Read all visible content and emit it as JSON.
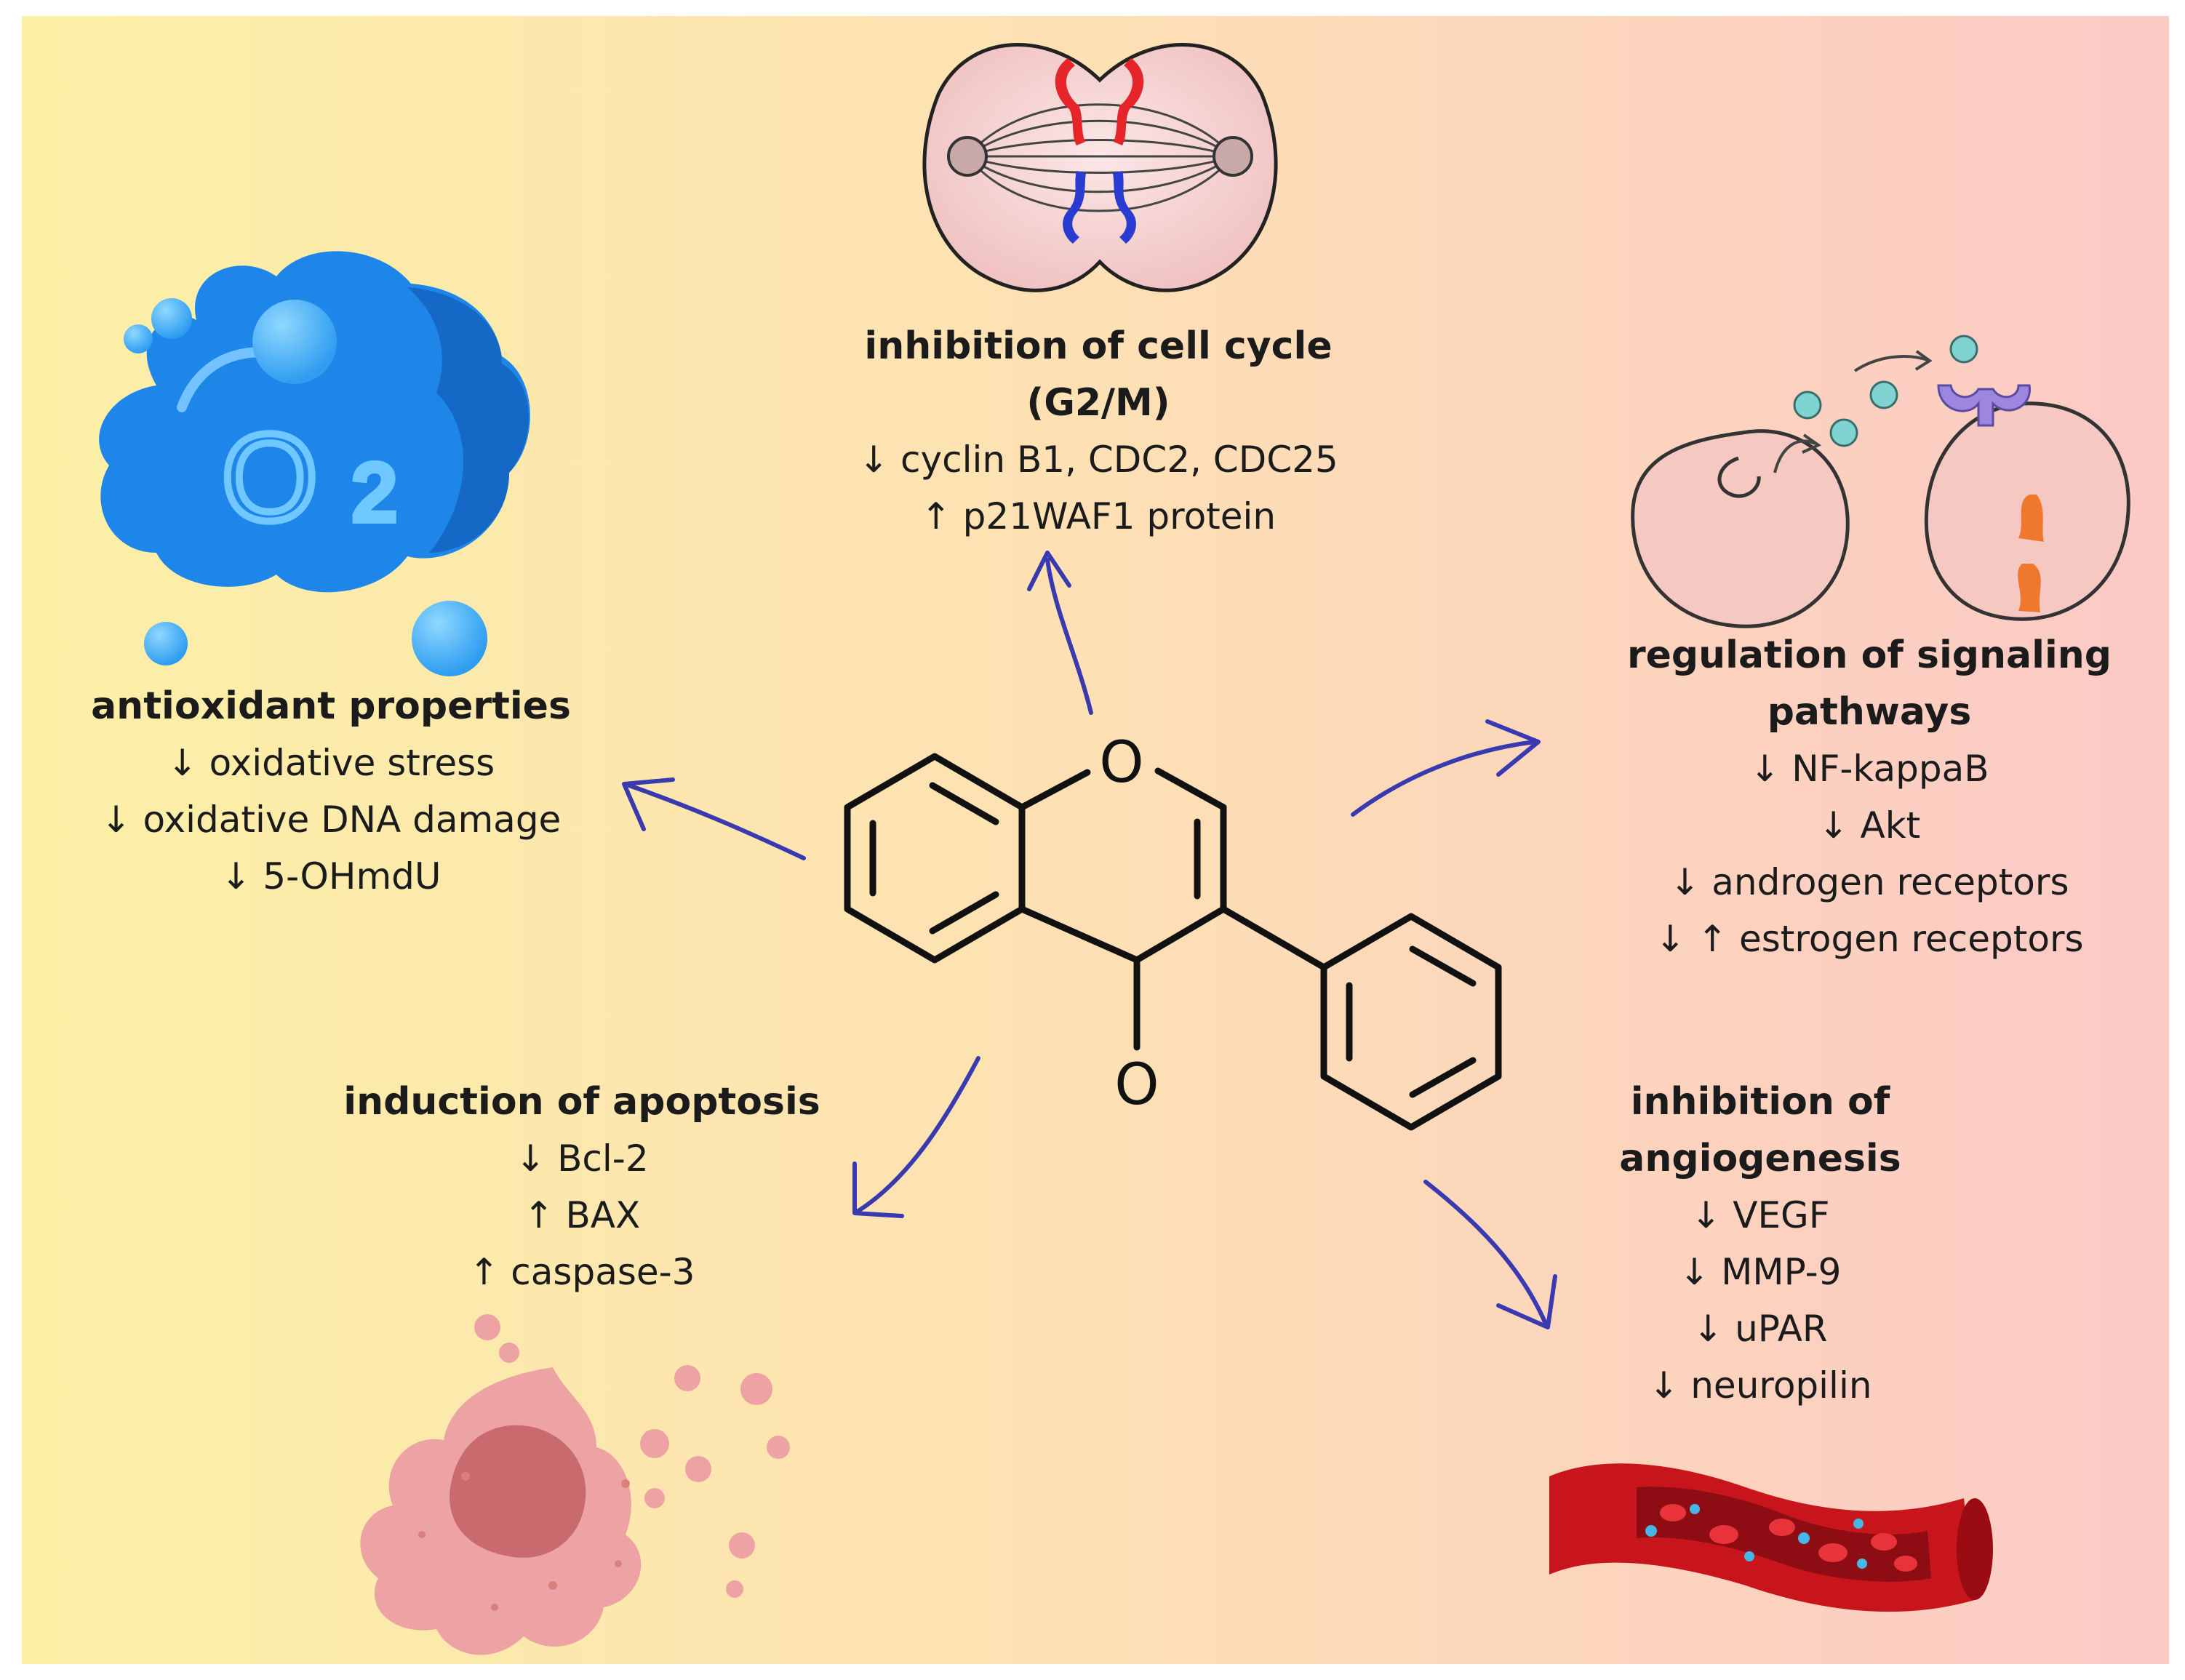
{
  "molecule": {
    "atom_ring_oxygen": "O",
    "atom_carbonyl_oxygen": "O"
  },
  "cell_cycle": {
    "title_line1": "inhibition of cell cycle",
    "title_line2": "(G2/M)",
    "effects": [
      "↓ cyclin B1, CDC2, CDC25",
      "↑ p21WAF1 protein"
    ]
  },
  "antioxidant": {
    "title": "antioxidant properties",
    "o2_label": "O2",
    "effects": [
      "↓ oxidative stress",
      "↓ oxidative DNA damage",
      "↓ 5-OHmdU"
    ]
  },
  "signaling": {
    "title_line1": "regulation of signaling",
    "title_line2": "pathways",
    "effects": [
      "↓ NF-kappaB",
      "↓ Akt",
      "↓ androgen receptors",
      "↓ ↑ estrogen receptors"
    ]
  },
  "apoptosis": {
    "title": "induction of apoptosis",
    "effects": [
      "↓ Bcl-2",
      "↑ BAX",
      "↑ caspase-3"
    ]
  },
  "angiogenesis": {
    "title_line1": "inhibition of",
    "title_line2": "angiogenesis",
    "effects": [
      "↓ VEGF",
      "↓ MMP-9",
      "↓ uPAR",
      "↓ neuropilin"
    ]
  },
  "colors": {
    "bg_left": "#fcf0a6",
    "bg_right": "#fbc9c6",
    "arrow": "#3a3ab0",
    "bond": "#111111",
    "o2_blue": "#1e86e8",
    "cell_pink": "#f3c6c4",
    "blood_red": "#c8151b",
    "apoptosis_pink": "#eda3a3"
  }
}
